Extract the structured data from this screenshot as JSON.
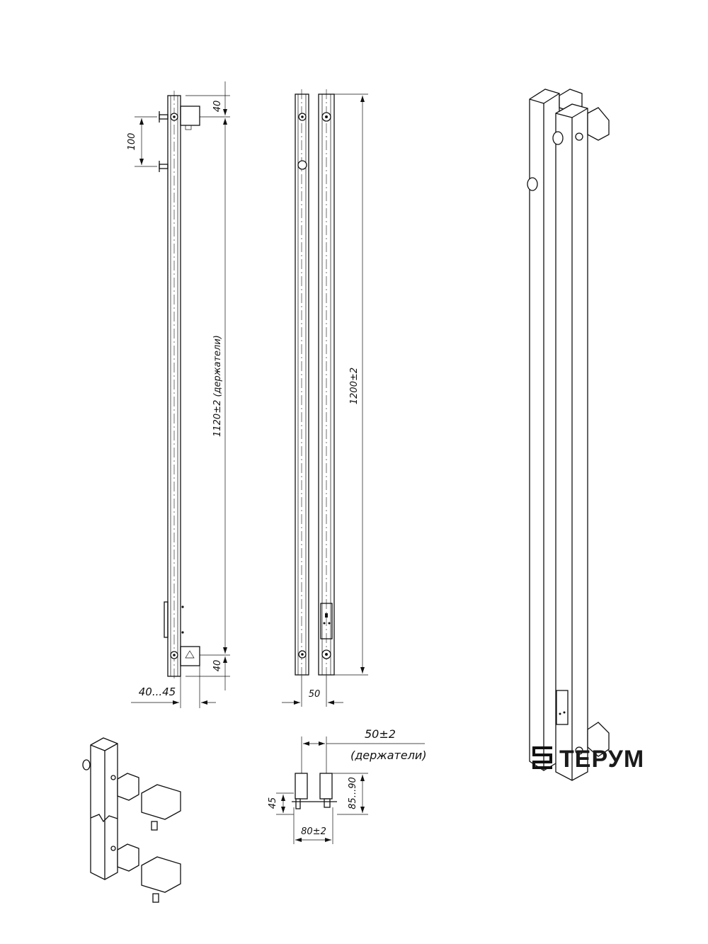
{
  "dimensions": {
    "top_holder": "40",
    "pin_spacing": "100",
    "holders_length": "1120±2 (держатели)",
    "bottom_holder": "40",
    "wall_offset": "40...45",
    "front_width": "50",
    "total_length": "1200±2",
    "plan_holders_top": "50±2",
    "plan_holders_bottom": "(держатели)",
    "plan_height": "45",
    "plan_depth": "85...90",
    "plan_width": "80±2"
  },
  "brand": {
    "name": "ТЕРУМ"
  }
}
